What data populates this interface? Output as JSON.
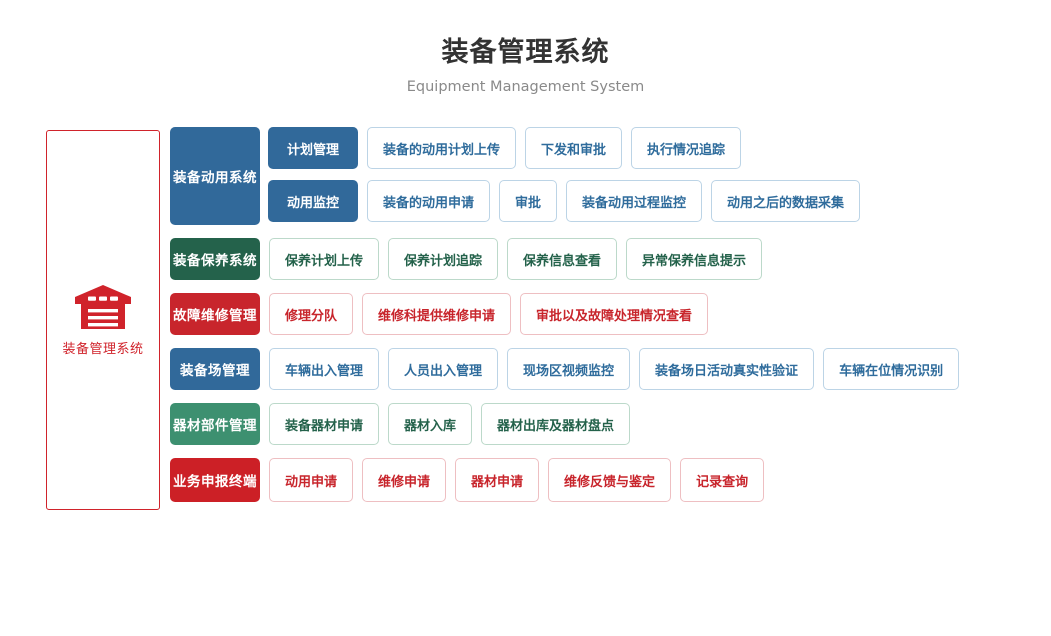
{
  "header": {
    "title": "装备管理系统",
    "subtitle": "Equipment Management System"
  },
  "brand": {
    "icon": "warehouse-icon",
    "label": "装备管理系统",
    "color": "#d0232b"
  },
  "palette": {
    "blue": "#31699a",
    "green_dark": "#24624b",
    "green_light": "#3d9070",
    "red": "#c8252c",
    "red_alt": "#cc2026",
    "blue_outline_border": "#bcd4e6",
    "green_outline_border": "#bcd9ca",
    "red_outline_border": "#eebfc2"
  },
  "rows": [
    {
      "category": "装备动用系统",
      "theme": "blue",
      "groups": [
        {
          "sub": "计划管理",
          "leaves": [
            "装备的动用计划上传",
            "下发和审批",
            "执行情况追踪"
          ]
        },
        {
          "sub": "动用监控",
          "leaves": [
            "装备的动用申请",
            "审批",
            "装备动用过程监控",
            "动用之后的数据采集"
          ]
        }
      ]
    },
    {
      "category": "装备保养系统",
      "theme": "green-dark",
      "groups": [
        {
          "sub": null,
          "leaves": [
            "保养计划上传",
            "保养计划追踪",
            "保养信息查看",
            "异常保养信息提示"
          ]
        }
      ]
    },
    {
      "category": "故障维修管理",
      "theme": "red",
      "groups": [
        {
          "sub": null,
          "leaves": [
            "修理分队",
            "维修科提供维修申请",
            "审批以及故障处理情况查看"
          ]
        }
      ]
    },
    {
      "category": "装备场管理",
      "theme": "blue",
      "groups": [
        {
          "sub": null,
          "leaves": [
            "车辆出入管理",
            "人员出入管理",
            "现场区视频监控",
            "装备场日活动真实性验证",
            "车辆在位情况识别"
          ]
        }
      ]
    },
    {
      "category": "器材部件管理",
      "theme": "green-light",
      "groups": [
        {
          "sub": null,
          "leaves": [
            "装备器材申请",
            "器材入库",
            "器材出库及器材盘点"
          ]
        }
      ]
    },
    {
      "category": "业务申报终端",
      "theme": "red-alt",
      "groups": [
        {
          "sub": null,
          "leaves": [
            "动用申请",
            "维修申请",
            "器材申请",
            "维修反馈与鉴定",
            "记录查询"
          ]
        }
      ]
    }
  ]
}
